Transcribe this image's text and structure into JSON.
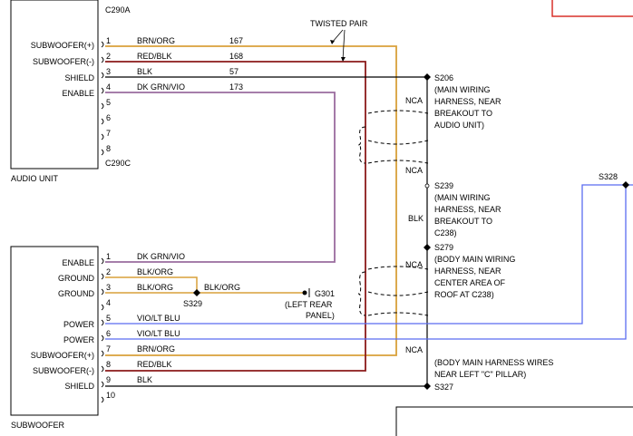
{
  "connectors": {
    "c290a": "C290A",
    "c290c": "C290C"
  },
  "audio_unit": {
    "label": "AUDIO UNIT",
    "pins": [
      {
        "num": "1",
        "name": "SUBWOOFER(+)",
        "wire": "BRN/ORG",
        "circuit": "167"
      },
      {
        "num": "2",
        "name": "SUBWOOFER(-)",
        "wire": "RED/BLK",
        "circuit": "168"
      },
      {
        "num": "3",
        "name": "SHIELD",
        "wire": "BLK",
        "circuit": "57"
      },
      {
        "num": "4",
        "name": "ENABLE",
        "wire": "DK GRN/VIO",
        "circuit": "173"
      },
      {
        "num": "5",
        "name": "",
        "wire": "",
        "circuit": ""
      },
      {
        "num": "6",
        "name": "",
        "wire": "",
        "circuit": ""
      },
      {
        "num": "7",
        "name": "",
        "wire": "",
        "circuit": ""
      },
      {
        "num": "8",
        "name": "",
        "wire": "",
        "circuit": ""
      }
    ]
  },
  "subwoofer": {
    "label": "SUBWOOFER",
    "pins": [
      {
        "num": "1",
        "name": "ENABLE",
        "wire": "DK GRN/VIO"
      },
      {
        "num": "2",
        "name": "GROUND",
        "wire": "BLK/ORG"
      },
      {
        "num": "3",
        "name": "GROUND",
        "wire": "BLK/ORG"
      },
      {
        "num": "4",
        "name": "",
        "wire": ""
      },
      {
        "num": "5",
        "name": "POWER",
        "wire": "VIO/LT BLU"
      },
      {
        "num": "6",
        "name": "POWER",
        "wire": "VIO/LT BLU"
      },
      {
        "num": "7",
        "name": "SUBWOOFER(+)",
        "wire": "BRN/ORG"
      },
      {
        "num": "8",
        "name": "SUBWOOFER(-)",
        "wire": "RED/BLK"
      },
      {
        "num": "9",
        "name": "SHIELD",
        "wire": "BLK"
      },
      {
        "num": "10",
        "name": "",
        "wire": ""
      }
    ]
  },
  "labels": {
    "twisted_pair": "TWISTED PAIR",
    "s206": "S206",
    "s206_desc": [
      "(MAIN WIRING",
      "HARNESS, NEAR",
      "BREAKOUT TO",
      "AUDIO UNIT)"
    ],
    "nca": "NCA",
    "s239": "S239",
    "s239_desc": [
      "(MAIN WIRING",
      "HARNESS, NEAR",
      "BREAKOUT TO",
      "C238)"
    ],
    "blk": "BLK",
    "s279": "S279",
    "s279_desc": [
      "(BODY MAIN WIRING",
      "HARNESS, NEAR",
      "CENTER AREA OF",
      "ROOF AT C238)"
    ],
    "s327": "S327",
    "s327_desc": [
      "(BODY MAIN HARNESS WIRES",
      "NEAR LEFT \"C\" PILLAR)"
    ],
    "s328": "S328",
    "s329": "S329",
    "s329_wire": "BLK/ORG",
    "g301": "G301",
    "g301_desc": [
      "(LEFT REAR",
      "PANEL)"
    ]
  },
  "colors": {
    "brn_org": "#d9a13a",
    "red_blk": "#8b1a1a",
    "blk": "#000000",
    "dk_grn_vio": "#9a6c9e",
    "vio_lt_blu": "#5a6cf0",
    "top_right_red": "#d9302a"
  }
}
